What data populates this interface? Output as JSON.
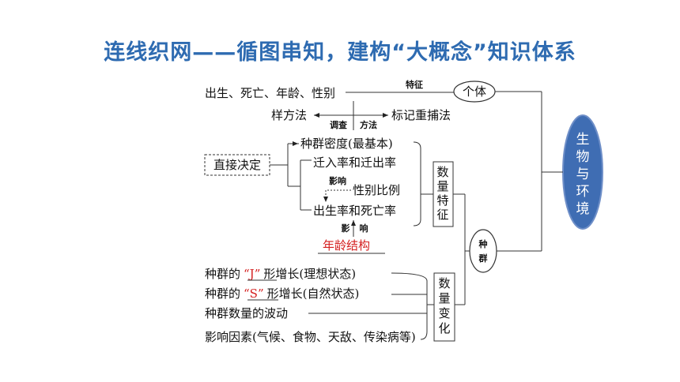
{
  "title": "连线织网——循图串知，建构“大概念”知识体系",
  "root": "生物与环境",
  "individual": {
    "label": "个体",
    "item": "出生、死亡、年龄、性别",
    "relation": "特征"
  },
  "methods": {
    "left": "样方法",
    "right": "标记重捕法",
    "label_left": "调查",
    "label_right": "方法"
  },
  "population": "种群",
  "quantity_features": {
    "box_label": "数量特征",
    "trigger": "直接决定",
    "items": [
      "种群密度(最基本)",
      "迁入率和迁出率",
      "性别比例",
      "出生率和死亡率"
    ],
    "influence_1": "影响",
    "influence_2_a": "影",
    "influence_2_b": "响",
    "age_structure": "年龄结构"
  },
  "quantity_change": {
    "box_label": "数量变化",
    "row1_pre": "种群的",
    "row1_fill": "“J”",
    "row1_post": "形增长(理想状态)",
    "row2_pre": "种群的",
    "row2_fill": "“S”",
    "row2_post": "形增长(自然状态)",
    "row3": "种群数量的波动",
    "row4": "影响因素(气候、食物、天敌、传染病等)"
  },
  "colors": {
    "title": "#2e6bb1",
    "root_fill": "#3f6db3",
    "accent_red": "#d41e1e"
  }
}
